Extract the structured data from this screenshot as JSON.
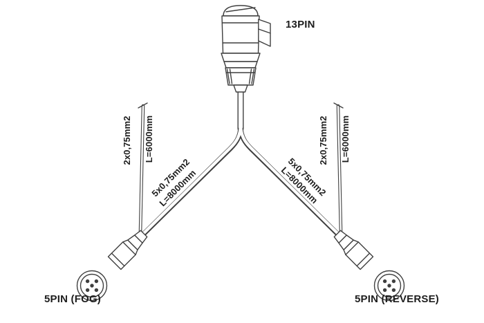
{
  "page": {
    "background": "#ffffff"
  },
  "diagram": {
    "top_connector": {
      "label": "13PIN"
    },
    "left_connector": {
      "label": "5PIN (FOG)"
    },
    "right_connector": {
      "label": "5PIN (REVERSE)"
    },
    "left_branch_cable": {
      "spec": "5x0,75mm2",
      "length": "L=8000mm"
    },
    "right_branch_cable": {
      "spec": "5x0,75mm2",
      "length": "L=8000mm"
    },
    "left_tail_cable": {
      "spec": "2x0,75mm2",
      "length": "L=6000mm"
    },
    "right_tail_cable": {
      "spec": "2x0,75mm2",
      "length": "L=6000mm"
    },
    "colors": {
      "line": "#3f3f3f",
      "text": "#1d1d1d",
      "background": "#ffffff"
    }
  }
}
